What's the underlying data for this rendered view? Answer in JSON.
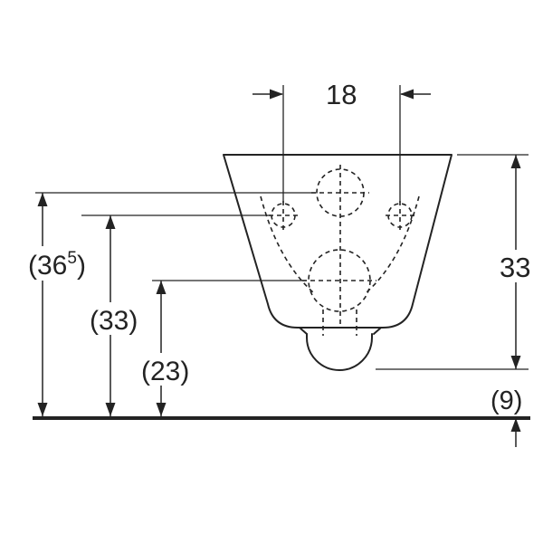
{
  "page": {
    "background": "#ffffff"
  },
  "drawing": {
    "description": "wall-hung-toilet-front-view-dimension-drawing",
    "line_color": "#232323",
    "dims": {
      "top_width": "18",
      "left_outer_open": "(36",
      "left_outer_sup": "5",
      "left_outer_close": ")",
      "left_mid": "(33)",
      "left_inner": "(23)",
      "right_height": "33",
      "floor_gap": "(9)"
    }
  }
}
